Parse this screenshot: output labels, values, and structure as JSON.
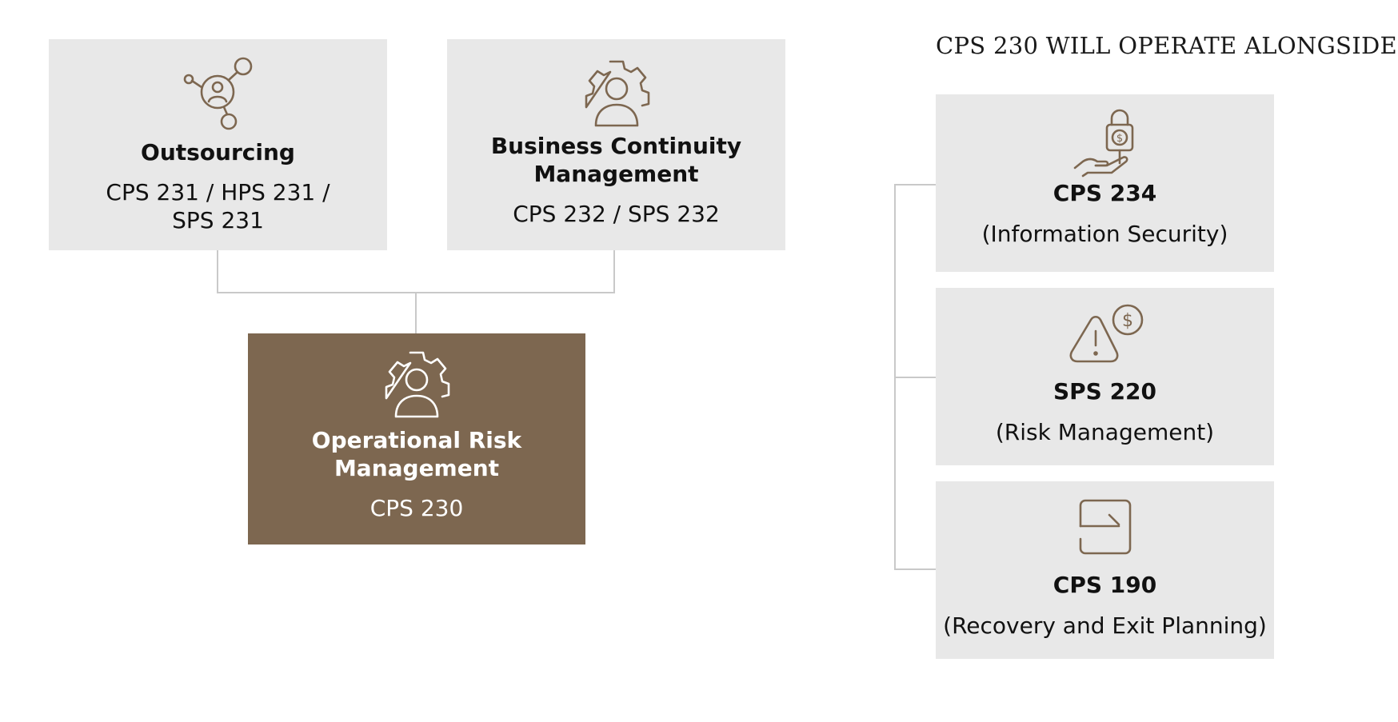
{
  "colors": {
    "box_bg": "#e8e8e8",
    "highlight_bg": "#7d6750",
    "icon_stroke": "#7d6750",
    "connector": "#c9c9c9"
  },
  "heading": "CPS 230 WILL OPERATE ALONGSIDE:",
  "top_boxes": [
    {
      "icon": "network-user-icon",
      "title": "Outsourcing",
      "code_lines": [
        "CPS 231 / HPS 231 /",
        "SPS 231"
      ]
    },
    {
      "icon": "gear-user-icon",
      "title_lines": [
        "Business Continuity",
        "Management"
      ],
      "code": "CPS 232 / SPS 232"
    }
  ],
  "center_box": {
    "icon": "gear-user-icon",
    "title_lines": [
      "Operational Risk",
      "Management"
    ],
    "code": "CPS 230"
  },
  "side_boxes": [
    {
      "icon": "hand-lock-dollar-icon",
      "title": "CPS 234",
      "subtitle": "(Information Security)"
    },
    {
      "icon": "warning-dollar-icon",
      "title": "SPS 220",
      "subtitle": "(Risk Management)"
    },
    {
      "icon": "exit-icon",
      "title": "CPS 190",
      "subtitle": "(Recovery and Exit Planning)"
    }
  ]
}
